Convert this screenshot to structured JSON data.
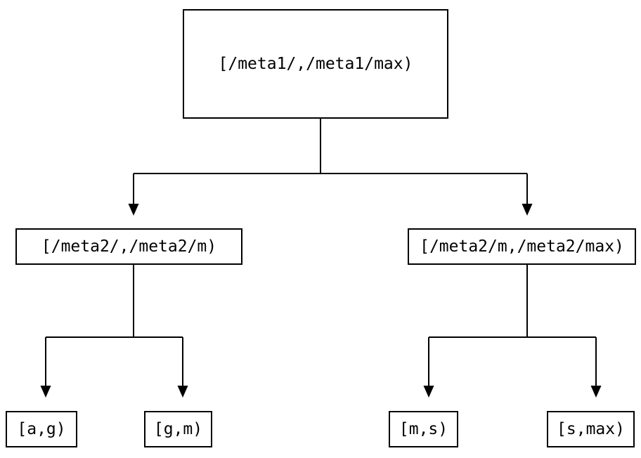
{
  "diagram": {
    "type": "tree",
    "colors": {
      "background": "#ffffff",
      "line": "#000000",
      "text": "#000000",
      "node_border": "#000000"
    },
    "root": {
      "label": "[/meta1/,/meta1/max)"
    },
    "level2": [
      {
        "label": "[/meta2/,/meta2/m)"
      },
      {
        "label": "[/meta2/m,/meta2/max)"
      }
    ],
    "leaves": [
      {
        "label": "[a,g)"
      },
      {
        "label": "[g,m)"
      },
      {
        "label": "[m,s)"
      },
      {
        "label": "[s,max)"
      }
    ]
  }
}
